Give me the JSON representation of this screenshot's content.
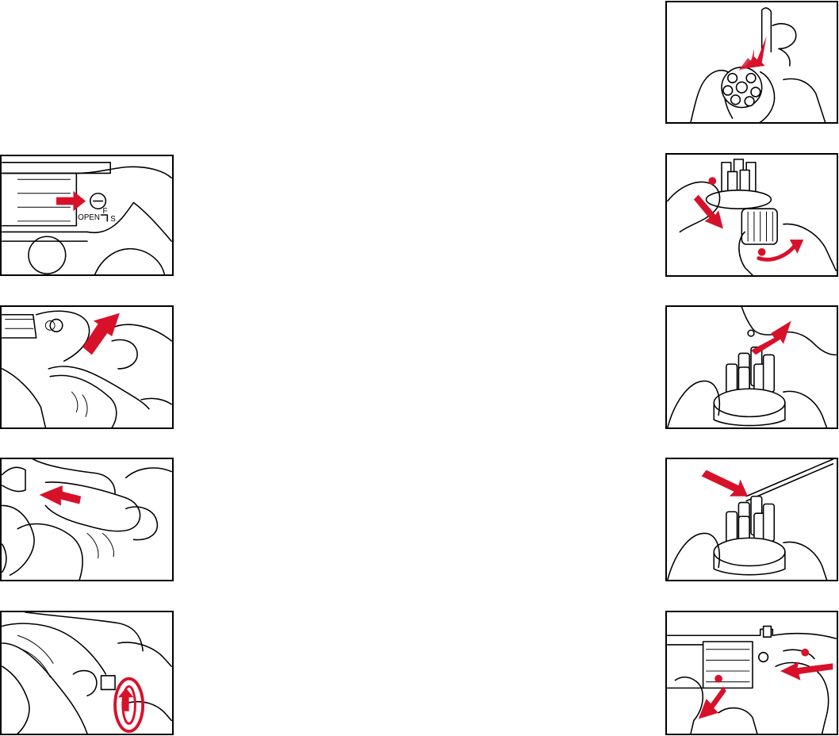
{
  "panels": {
    "left": [
      {
        "id": "L1",
        "step": "pull-cylinder-release"
      },
      {
        "id": "L2",
        "step": "remove-grip"
      },
      {
        "id": "L3",
        "step": "insert-co2"
      },
      {
        "id": "L4",
        "step": "tighten-screw"
      }
    ],
    "right": [
      {
        "id": "R1",
        "step": "load-shell-into-cylinder"
      },
      {
        "id": "R2",
        "step": "unscrew-shell-holder"
      },
      {
        "id": "R3",
        "step": "insert-bb"
      },
      {
        "id": "R4",
        "step": "push-bb-with-rod"
      },
      {
        "id": "R5",
        "step": "close-cylinder"
      }
    ]
  },
  "labels": {
    "open": "OPEN",
    "f": "F",
    "s": "S"
  },
  "colors": {
    "accent": "#d8112b",
    "line": "#000000"
  }
}
